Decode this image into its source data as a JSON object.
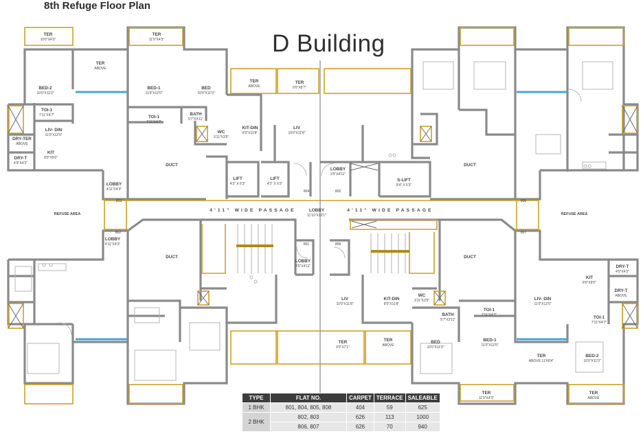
{
  "header": {
    "title": "8th Refuge Floor Plan",
    "building": "D Building"
  },
  "rooms": [
    {
      "name": "TER",
      "dim": "10'0\"X4'3\""
    },
    {
      "name": "TER",
      "dim": "11'0\"X4'3\""
    },
    {
      "name": "TER",
      "dim": "ABOVE"
    },
    {
      "name": "BED-2",
      "dim": "10'0\"X11'0\""
    },
    {
      "name": "BED-1",
      "dim": "11'0\"X12'0\""
    },
    {
      "name": "BED",
      "dim": "10'0\"X11'0\""
    },
    {
      "name": "TER",
      "dim": "ABOVE"
    },
    {
      "name": "TER",
      "dim": "9'0\"X6'7\""
    },
    {
      "name": "TOI-1",
      "dim": "7'11\"X4'7\""
    },
    {
      "name": "TOI-1",
      "dim": "7'11\"X4'7\""
    },
    {
      "name": "BATH",
      "dim": "5'7\"X3'11\""
    },
    {
      "name": "WC",
      "dim": "3'11\"X3'5\""
    },
    {
      "name": "KIT-DIN",
      "dim": "8'0\"X11'8\""
    },
    {
      "name": "LIV",
      "dim": "10'0\"X11'8\""
    },
    {
      "name": "LIV- DIN",
      "dim": "11'0\"X12'0\""
    },
    {
      "name": "DRY-TER",
      "dim": "ABOVE"
    },
    {
      "name": "KIT",
      "dim": "8'0\"X9'0\""
    },
    {
      "name": "DRY-T",
      "dim": "4'9\"X4'3\""
    },
    {
      "name": "DUCT",
      "dim": ""
    },
    {
      "name": "LIFT",
      "dim": "4'3\" X 6'3\""
    },
    {
      "name": "LIFT",
      "dim": "4'3\" X 6'3\""
    },
    {
      "name": "LOBBY",
      "dim": "3'5\"X4'11\""
    },
    {
      "name": "S-LIFT",
      "dim": "9'4\" X 6'3\""
    },
    {
      "name": "DUCT",
      "dim": ""
    },
    {
      "name": "LOBBY",
      "dim": "4'11\"X4'3\""
    },
    {
      "name": "REFUSE AREA",
      "dim": ""
    },
    {
      "name": "REFUSE AREA",
      "dim": ""
    },
    {
      "name": "LOBBY",
      "dim": "11'10\"X13'1\""
    },
    {
      "name": "LOBBY",
      "dim": "4'11\"X4'3\""
    },
    {
      "name": "DUCT",
      "dim": ""
    },
    {
      "name": "DUCT",
      "dim": ""
    },
    {
      "name": "LOBBY",
      "dim": "3'5\"X4'11\""
    },
    {
      "name": "LIV",
      "dim": "10'0\"X11'8\""
    },
    {
      "name": "KIT-DIN",
      "dim": "8'0\"X11'8\""
    },
    {
      "name": "WC",
      "dim": "3'11\"X3'5\""
    },
    {
      "name": "BATH",
      "dim": "5'7\"X3'11\""
    },
    {
      "name": "LIV- DIN",
      "dim": "11'0\"X12'0\""
    },
    {
      "name": "KIT",
      "dim": "8'0\"X9'0\""
    },
    {
      "name": "DRY-T",
      "dim": "4'9\"X4'3\""
    },
    {
      "name": "DRY-T",
      "dim": "ABOVE"
    },
    {
      "name": "TOI-1",
      "dim": "7'11\"X4'7\""
    },
    {
      "name": "TOI-1",
      "dim": "7'11\"X4'7\""
    },
    {
      "name": "TER",
      "dim": "9'0\"X7'1\""
    },
    {
      "name": "TER",
      "dim": "ABOVE"
    },
    {
      "name": "BED",
      "dim": "10'0\"X11'0\""
    },
    {
      "name": "BED-1",
      "dim": "11'0\"X12'0\""
    },
    {
      "name": "TER",
      "dim": "ABOVE 11'X8'4\""
    },
    {
      "name": "BED-2",
      "dim": "10'0\"X11'0\""
    },
    {
      "name": "TER",
      "dim": "11'0\"X4'3\""
    },
    {
      "name": "TER",
      "dim": "ABOVE"
    }
  ],
  "flat_numbers": [
    "803",
    "802",
    "804",
    "805",
    "806",
    "807",
    "801",
    "808"
  ],
  "passage": {
    "left": "4'11\" WIDE  PASSAGE",
    "right": "4'11\" WIDE  PASSAGE"
  },
  "colors": {
    "wall": "#8a8a8a",
    "accent": "#c9a227",
    "glazing": "#4aa3d8",
    "table_head": "#3d3d3d"
  },
  "area_table": {
    "headers": [
      "TYPE",
      "FLAT NO.",
      "CARPET",
      "TERRACE",
      "SALEABLE"
    ],
    "rows": [
      {
        "type": "1 BHK",
        "flat": "801,  804,  805,  808",
        "carpet": "404",
        "terrace": "59",
        "saleable": "625"
      },
      {
        "type": "2 BHK",
        "flat": "802,  803",
        "carpet": "626",
        "terrace": "113",
        "saleable": "1000"
      },
      {
        "type": "",
        "flat": "806,  807",
        "carpet": "626",
        "terrace": "70",
        "saleable": "940"
      }
    ]
  }
}
